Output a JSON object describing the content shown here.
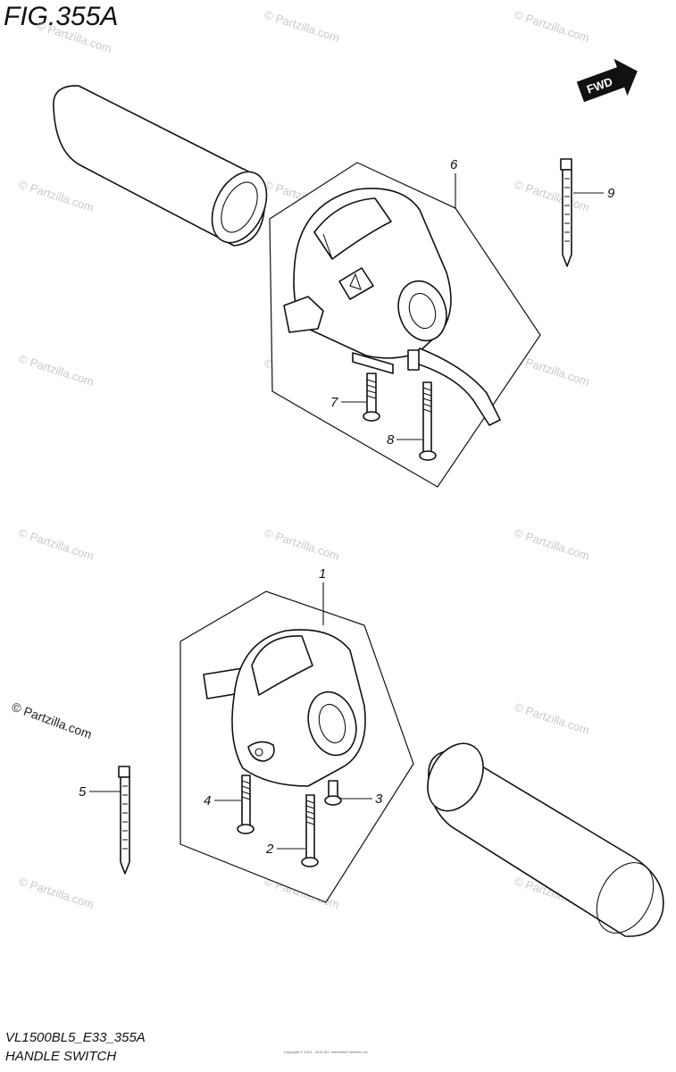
{
  "figure": {
    "title": "FIG.355A",
    "model_code": "VL1500BL5_E33_355A",
    "section_name": "HANDLE SWITCH",
    "copyright_line": "Copyright © 2014 - 2015 ALL Interactive Services Inc.",
    "direction_label": "FWD"
  },
  "watermark": {
    "text": "© Partzilla.com",
    "prominent_text": "© Partzilla.com"
  },
  "callouts": [
    {
      "id": "1",
      "part": "right-handle-switch-assembly"
    },
    {
      "id": "2",
      "part": "long-screw"
    },
    {
      "id": "3",
      "part": "short-screw"
    },
    {
      "id": "4",
      "part": "screw"
    },
    {
      "id": "5",
      "part": "cable-tie"
    },
    {
      "id": "6",
      "part": "left-handle-switch-assembly"
    },
    {
      "id": "7",
      "part": "screw"
    },
    {
      "id": "8",
      "part": "long-screw"
    },
    {
      "id": "9",
      "part": "cable-tie"
    }
  ],
  "colors": {
    "line": "#111111",
    "watermark": "#c9c9c9",
    "background": "#ffffff"
  }
}
